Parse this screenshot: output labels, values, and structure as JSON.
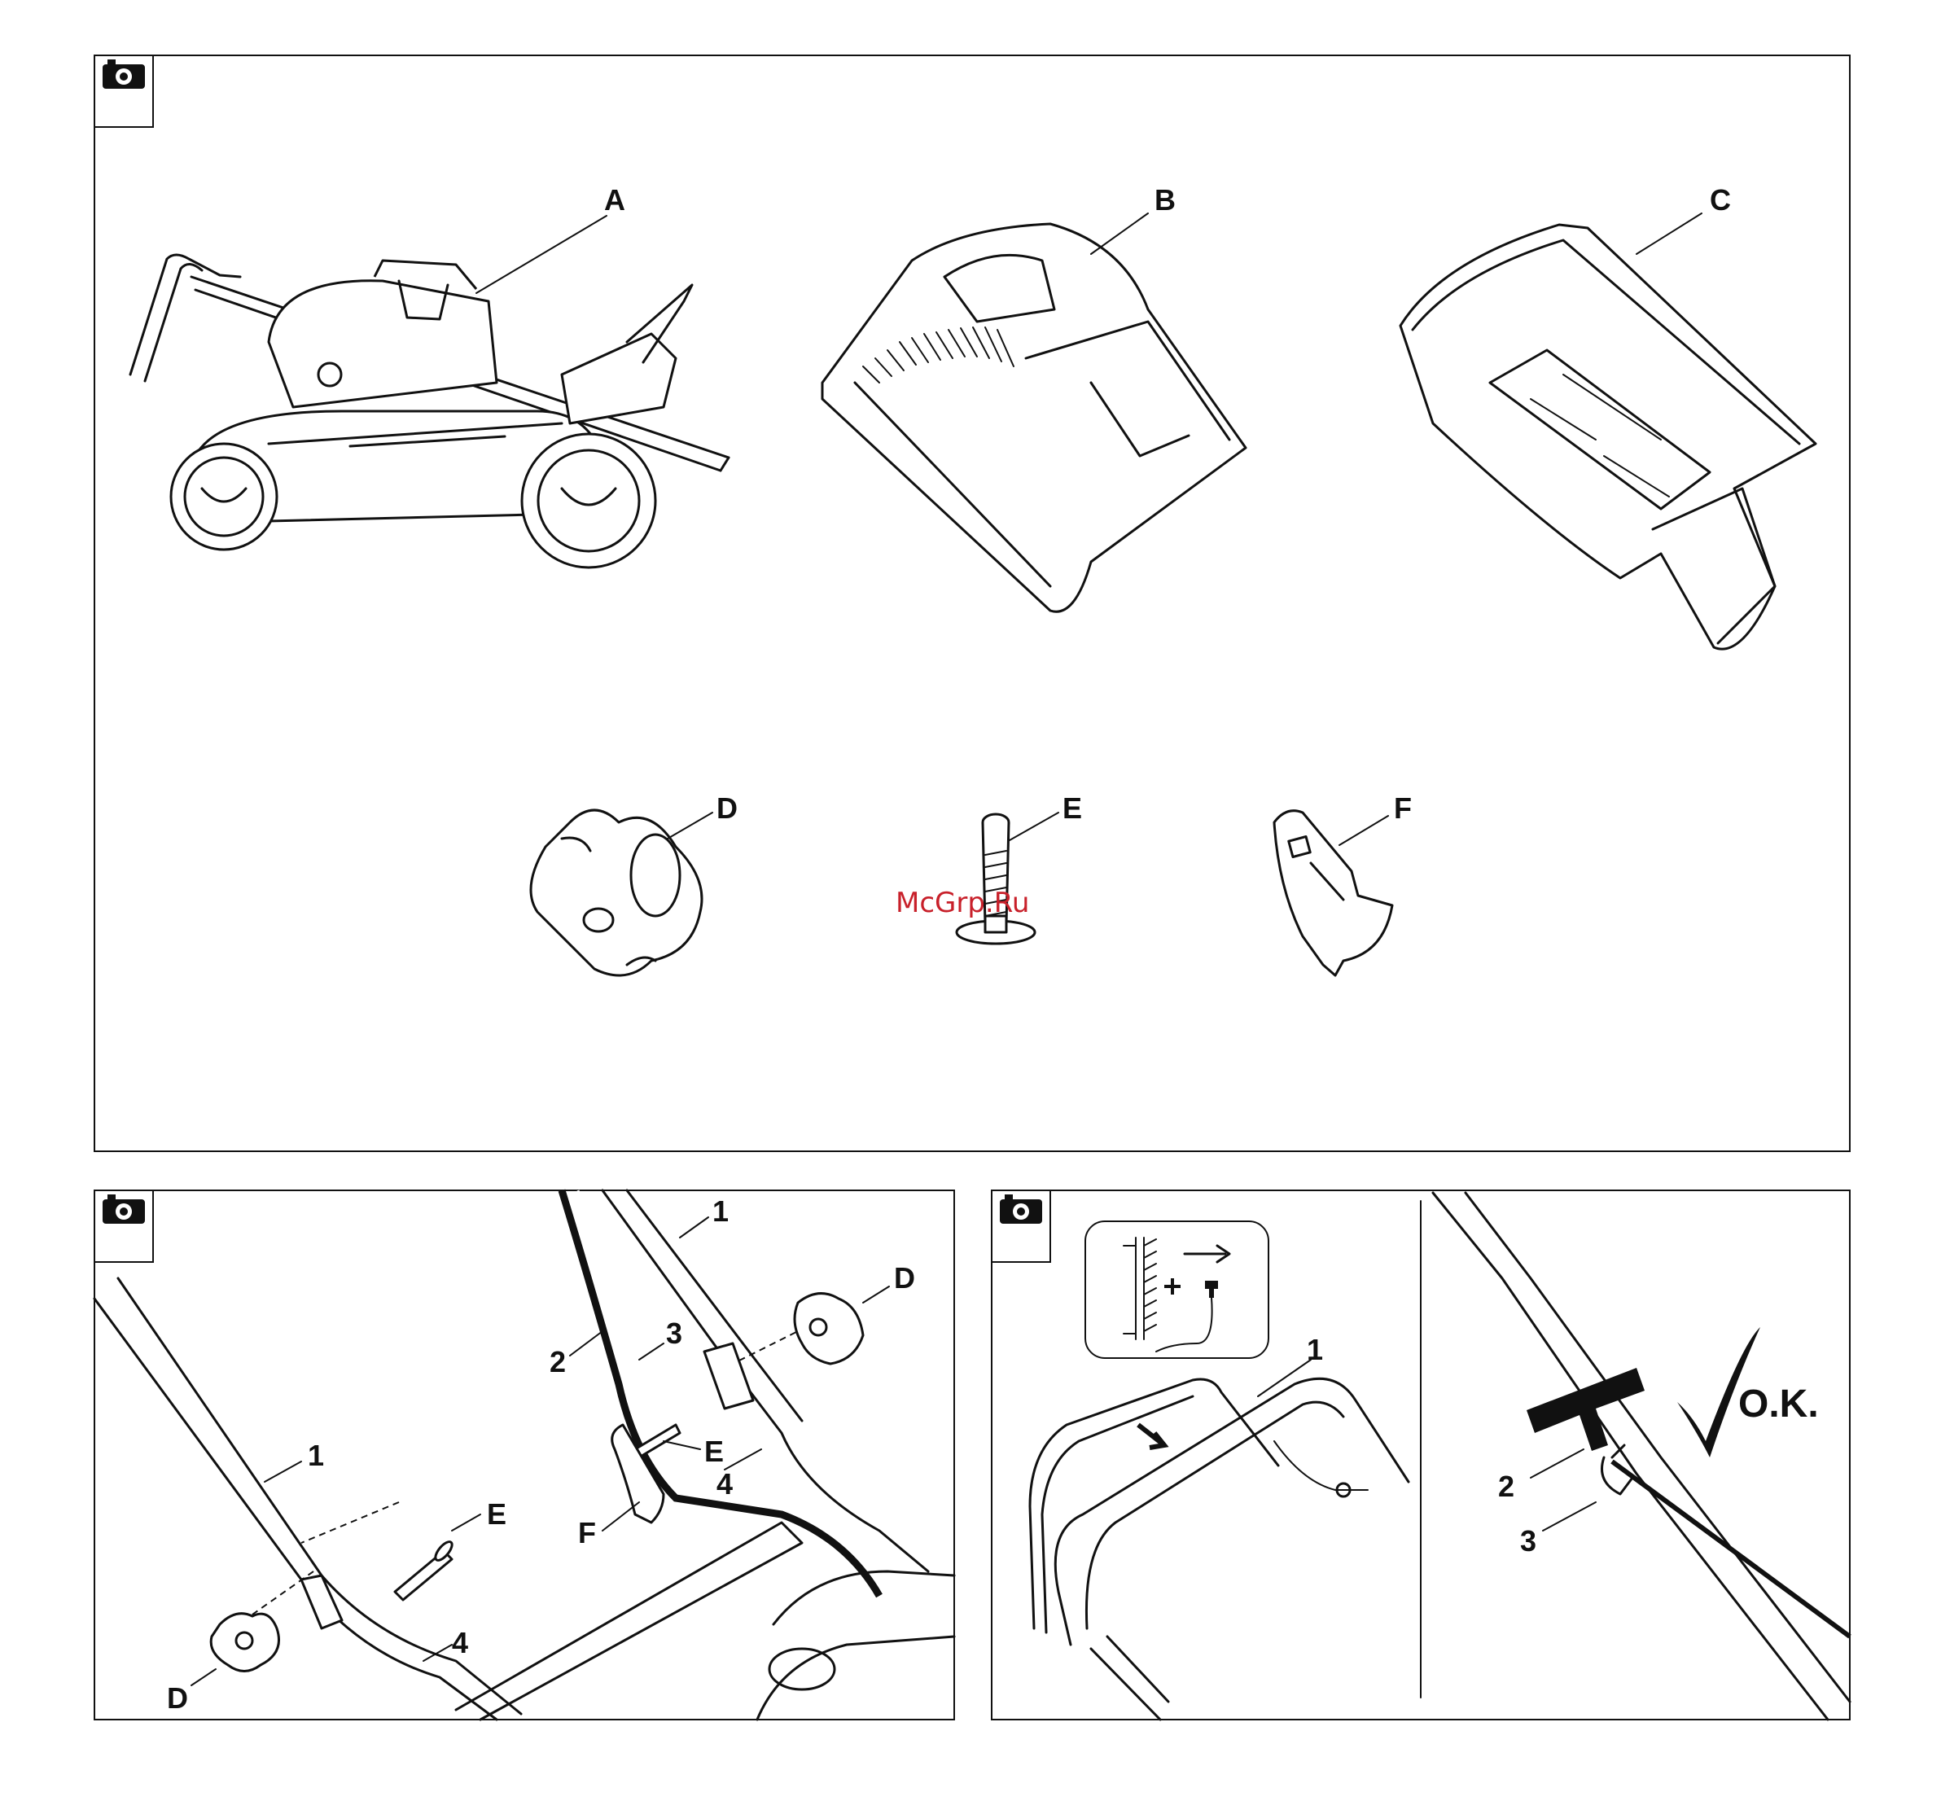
{
  "watermark": "McGrp.Ru",
  "panel1": {
    "icon": "camera-icon",
    "labels": {
      "a": "A",
      "b": "B",
      "c": "C",
      "d": "D",
      "e": "E",
      "f": "F"
    }
  },
  "panel2": {
    "icon": "camera-icon",
    "labels": {
      "n1_top": "1",
      "n1_left": "1",
      "n2": "2",
      "n3": "3",
      "n4_top": "4",
      "n4_bottom": "4",
      "d_top": "D",
      "d_bottom": "D",
      "e_top": "E",
      "e_left": "E",
      "f": "F"
    }
  },
  "panel3": {
    "icon": "camera-icon",
    "labels": {
      "n1": "1",
      "n2": "2",
      "n3": "3"
    },
    "ok_text": "O.K."
  }
}
